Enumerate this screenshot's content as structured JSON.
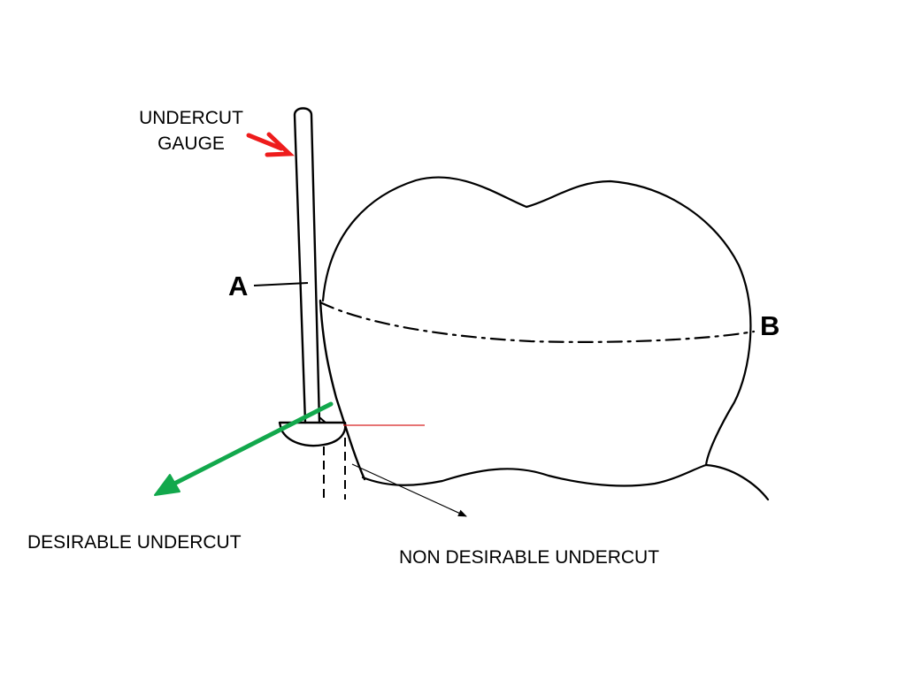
{
  "labels": {
    "gauge_line1": "UNDERCUT",
    "gauge_line2": "GAUGE",
    "point_a": "A",
    "point_b": "B",
    "desirable": "DESIRABLE UNDERCUT",
    "non_desirable": "NON DESIRABLE UNDERCUT"
  },
  "colors": {
    "gauge_arrow": "#ee1c1c",
    "desirable_arrow": "#12a84c",
    "marker_line": "#d62020",
    "outline": "#000000"
  }
}
